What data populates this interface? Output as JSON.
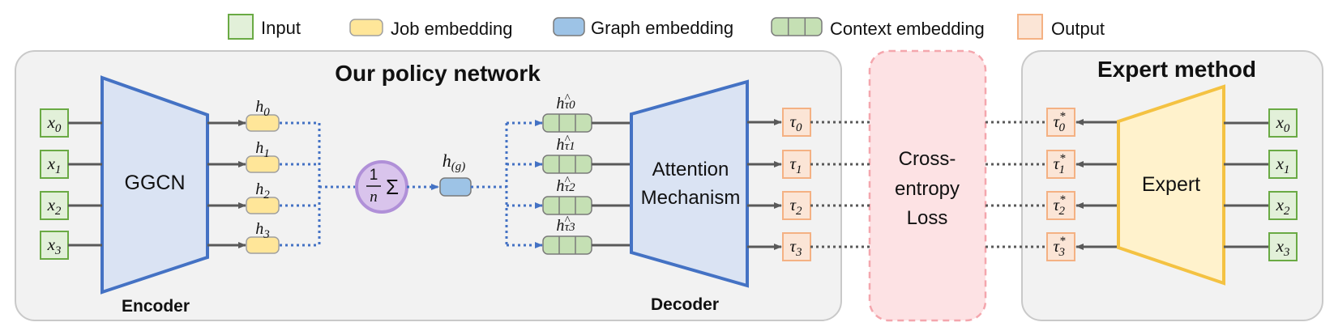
{
  "legend": [
    {
      "label": "Input",
      "swatch": "input"
    },
    {
      "label": "Job embedding",
      "swatch": "job"
    },
    {
      "label": "Graph embedding",
      "swatch": "graph"
    },
    {
      "label": "Context embedding",
      "swatch": "context"
    },
    {
      "label": "Output",
      "swatch": "output"
    }
  ],
  "policy": {
    "title": "Our policy network",
    "encoder_label": "Encoder",
    "encoder_name": "GGCN",
    "decoder_label": "Decoder",
    "decoder_name_line1": "Attention",
    "decoder_name_line2": "Mechanism",
    "inputs": [
      "x",
      "x",
      "x",
      "x"
    ],
    "input_subs": [
      "0",
      "1",
      "2",
      "3"
    ],
    "job_var": "h",
    "job_subs": [
      "0",
      "1",
      "2",
      "3"
    ],
    "mean_num": "1",
    "mean_den": "n",
    "mean_sum": "Σ",
    "graph_var": "h",
    "graph_sub": "(g)",
    "context_var": "h",
    "context_hat": "^",
    "context_subs": [
      "τ0",
      "τ1",
      "τ2",
      "τ3"
    ],
    "outputs": [
      "τ",
      "τ",
      "τ",
      "τ"
    ],
    "output_subs": [
      "0",
      "1",
      "2",
      "3"
    ]
  },
  "loss": {
    "line1": "Cross-",
    "line2": "entropy",
    "line3": "Loss"
  },
  "expert": {
    "title": "Expert method",
    "name": "Expert",
    "inputs": [
      "x",
      "x",
      "x",
      "x"
    ],
    "input_subs": [
      "0",
      "1",
      "2",
      "3"
    ],
    "outputs": [
      "τ",
      "τ",
      "τ",
      "τ"
    ],
    "output_subs": [
      "0",
      "1",
      "2",
      "3"
    ],
    "output_sup": "*"
  },
  "colors": {
    "input_fill": "#e2f0d9",
    "input_stroke": "#6aaa44",
    "job_fill": "#ffe699",
    "job_stroke": "#a0a0a0",
    "graph_fill": "#9dc3e6",
    "graph_stroke": "#7a7a7a",
    "context_fill": "#c5e0b4",
    "context_stroke": "#7a7a7a",
    "output_fill": "#fbe5d6",
    "output_stroke": "#f4b183",
    "encoder_fill": "#dae3f3",
    "encoder_stroke": "#4472c4",
    "expert_fill": "#fff2cc",
    "expert_stroke": "#f4c242",
    "mean_fill": "#d9c4ec",
    "mean_stroke": "#b090d8",
    "loss_fill": "#fde2e4",
    "loss_stroke": "#f4a6ad",
    "panel_fill": "#f2f2f2",
    "panel_stroke": "#c9c9c9",
    "dotted_blue": "#4472c4",
    "dotted_gray": "#595959",
    "arrow": "#595959"
  }
}
